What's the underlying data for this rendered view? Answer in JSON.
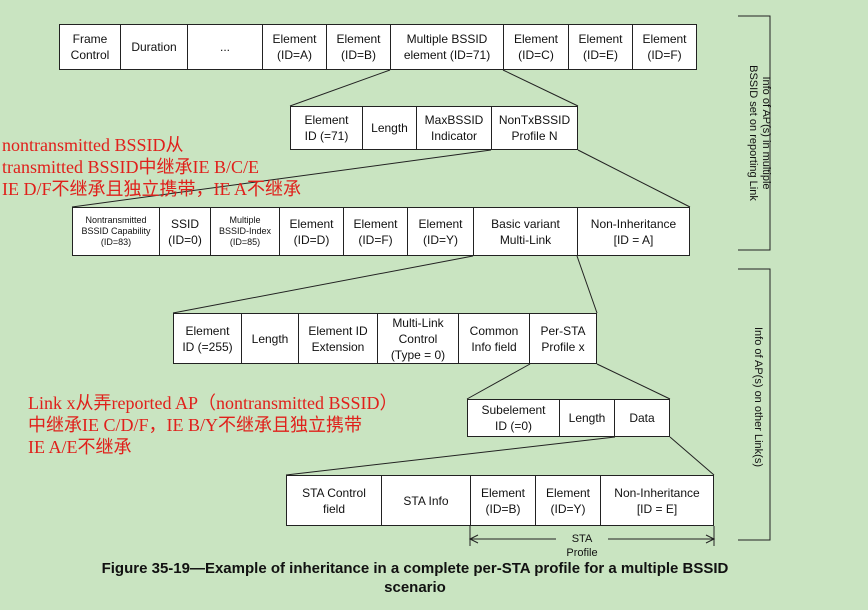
{
  "row1": [
    "Frame\nControl",
    "Duration",
    "...",
    "Element\n(ID=A)",
    "Element\n(ID=B)",
    "Multiple BSSID\nelement (ID=71)",
    "Element\n(ID=C)",
    "Element\n(ID=E)",
    "Element\n(ID=F)"
  ],
  "row2": [
    "Element\nID (=71)",
    "Length",
    "MaxBSSID\nIndicator",
    "NonTxBSSID\nProfile N"
  ],
  "row3": [
    "Nontransmitted\nBSSID Capability\n(ID=83)",
    "SSID\n(ID=0)",
    "Multiple\nBSSID-Index\n(ID=85)",
    "Element\n(ID=D)",
    "Element\n(ID=F)",
    "Element\n(ID=Y)",
    "Basic variant\nMulti-Link",
    "Non-Inheritance\n[ID = A]"
  ],
  "row4": [
    "Element\nID (=255)",
    "Length",
    "Element ID\nExtension",
    "Multi-Link\nControl\n(Type = 0)",
    "Common\nInfo field",
    "Per-STA\nProfile x"
  ],
  "row5": [
    "Subelement\nID (=0)",
    "Length",
    "Data"
  ],
  "row6": [
    "STA Control\nfield",
    "STA Info",
    "Element\n(ID=B)",
    "Element\n(ID=Y)",
    "Non-Inheritance\n[ID = E]"
  ],
  "notes": {
    "upper": "nontransmitted BSSID从\ntransmitted BSSID中继承IE B/C/E\nIE D/F不继承且独立携带，IE A不继承",
    "lower": "Link x从弄reported AP（nontransmitted BSSID）\n中继承IE C/D/F，IE B/Y不继承且独立携带\nIE A/E不继承"
  },
  "side_labels": {
    "top": "Info of AP(s) in multiple\nBSSID set on reporting Link",
    "bottom": "Info of AP(s) on other Link(s)"
  },
  "sta_profile_label": "STA Profile",
  "caption": "Figure 35-19—Example of inheritance in a complete per-STA profile for a multiple BSSID\nscenario",
  "colors": {
    "background": "#c9e4c1",
    "annotation": "#e0201b"
  }
}
